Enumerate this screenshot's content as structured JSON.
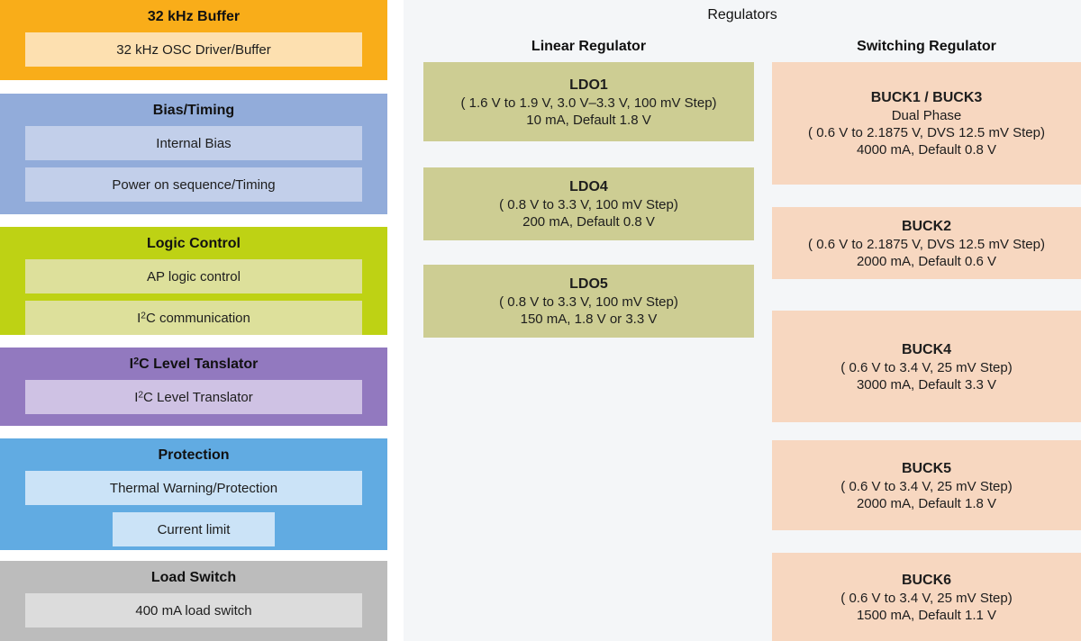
{
  "left_column": {
    "blocks": [
      {
        "id": "buffer",
        "title": "32 kHz Buffer",
        "color": "#f9ad19",
        "sub_color": "#fde0b0",
        "items": [
          {
            "label": "32 kHz OSC Driver/Buffer"
          }
        ]
      },
      {
        "id": "bias-timing",
        "title": "Bias/Timing",
        "color": "#92acda",
        "sub_color": "#c2cfea",
        "items": [
          {
            "label": "Internal Bias"
          },
          {
            "label": "Power on sequence/Timing"
          }
        ]
      },
      {
        "id": "logic-control",
        "title": "Logic Control",
        "color": "#bed214",
        "sub_color": "#dde09b",
        "items": [
          {
            "label": "AP logic control"
          },
          {
            "label": "I²C communication"
          }
        ]
      },
      {
        "id": "i2c-level-translator",
        "title": "I²C Level Tanslator",
        "color": "#9279bf",
        "sub_color": "#cfc2e4",
        "items": [
          {
            "label": "I²C Level Translator"
          }
        ]
      },
      {
        "id": "protection",
        "title": "Protection",
        "color": "#61abe2",
        "sub_color": "#cbe3f7",
        "items": [
          {
            "label": "Thermal Warning/Protection"
          },
          {
            "label": "Current limit"
          }
        ]
      },
      {
        "id": "load-switch",
        "title": "Load Switch",
        "color": "#bcbcbc",
        "sub_color": "#dcdcdc",
        "items": [
          {
            "label": "400 mA load switch"
          }
        ]
      }
    ]
  },
  "right_panel": {
    "title": "Regulators",
    "background_color": "#f4f6f8",
    "columns": [
      {
        "id": "linear",
        "heading": "Linear Regulator",
        "box_color": "#cdcd93",
        "boxes": [
          {
            "name": "LDO1",
            "lines": [
              "( 1.6 V to 1.9 V, 3.0 V–3.3 V, 100 mV Step)",
              "10 mA, Default 1.8 V"
            ]
          },
          {
            "name": "LDO4",
            "lines": [
              "( 0.8 V to 3.3 V, 100 mV Step)",
              "200 mA, Default 0.8 V"
            ]
          },
          {
            "name": "LDO5",
            "lines": [
              "( 0.8 V to 3.3 V, 100 mV Step)",
              "150 mA, 1.8 V or 3.3 V"
            ]
          }
        ]
      },
      {
        "id": "switching",
        "heading": "Switching Regulator",
        "box_color": "#f7d7c0",
        "boxes": [
          {
            "name": "BUCK1 / BUCK3",
            "lines": [
              "Dual Phase",
              "( 0.6 V to 2.1875 V, DVS 12.5 mV Step)",
              "4000 mA, Default 0.8 V"
            ]
          },
          {
            "name": "BUCK2",
            "lines": [
              "( 0.6 V to 2.1875 V, DVS 12.5 mV Step)",
              "2000 mA, Default 0.6 V"
            ]
          },
          {
            "name": "BUCK4",
            "lines": [
              "( 0.6 V to 3.4 V, 25 mV Step)",
              "3000 mA, Default 3.3 V"
            ]
          },
          {
            "name": "BUCK5",
            "lines": [
              "( 0.6 V to 3.4 V, 25 mV Step)",
              "2000 mA, Default 1.8 V"
            ]
          },
          {
            "name": "BUCK6",
            "lines": [
              "( 0.6 V to 3.4 V, 25 mV Step)",
              "1500 mA, Default 1.1 V"
            ]
          }
        ]
      }
    ]
  }
}
